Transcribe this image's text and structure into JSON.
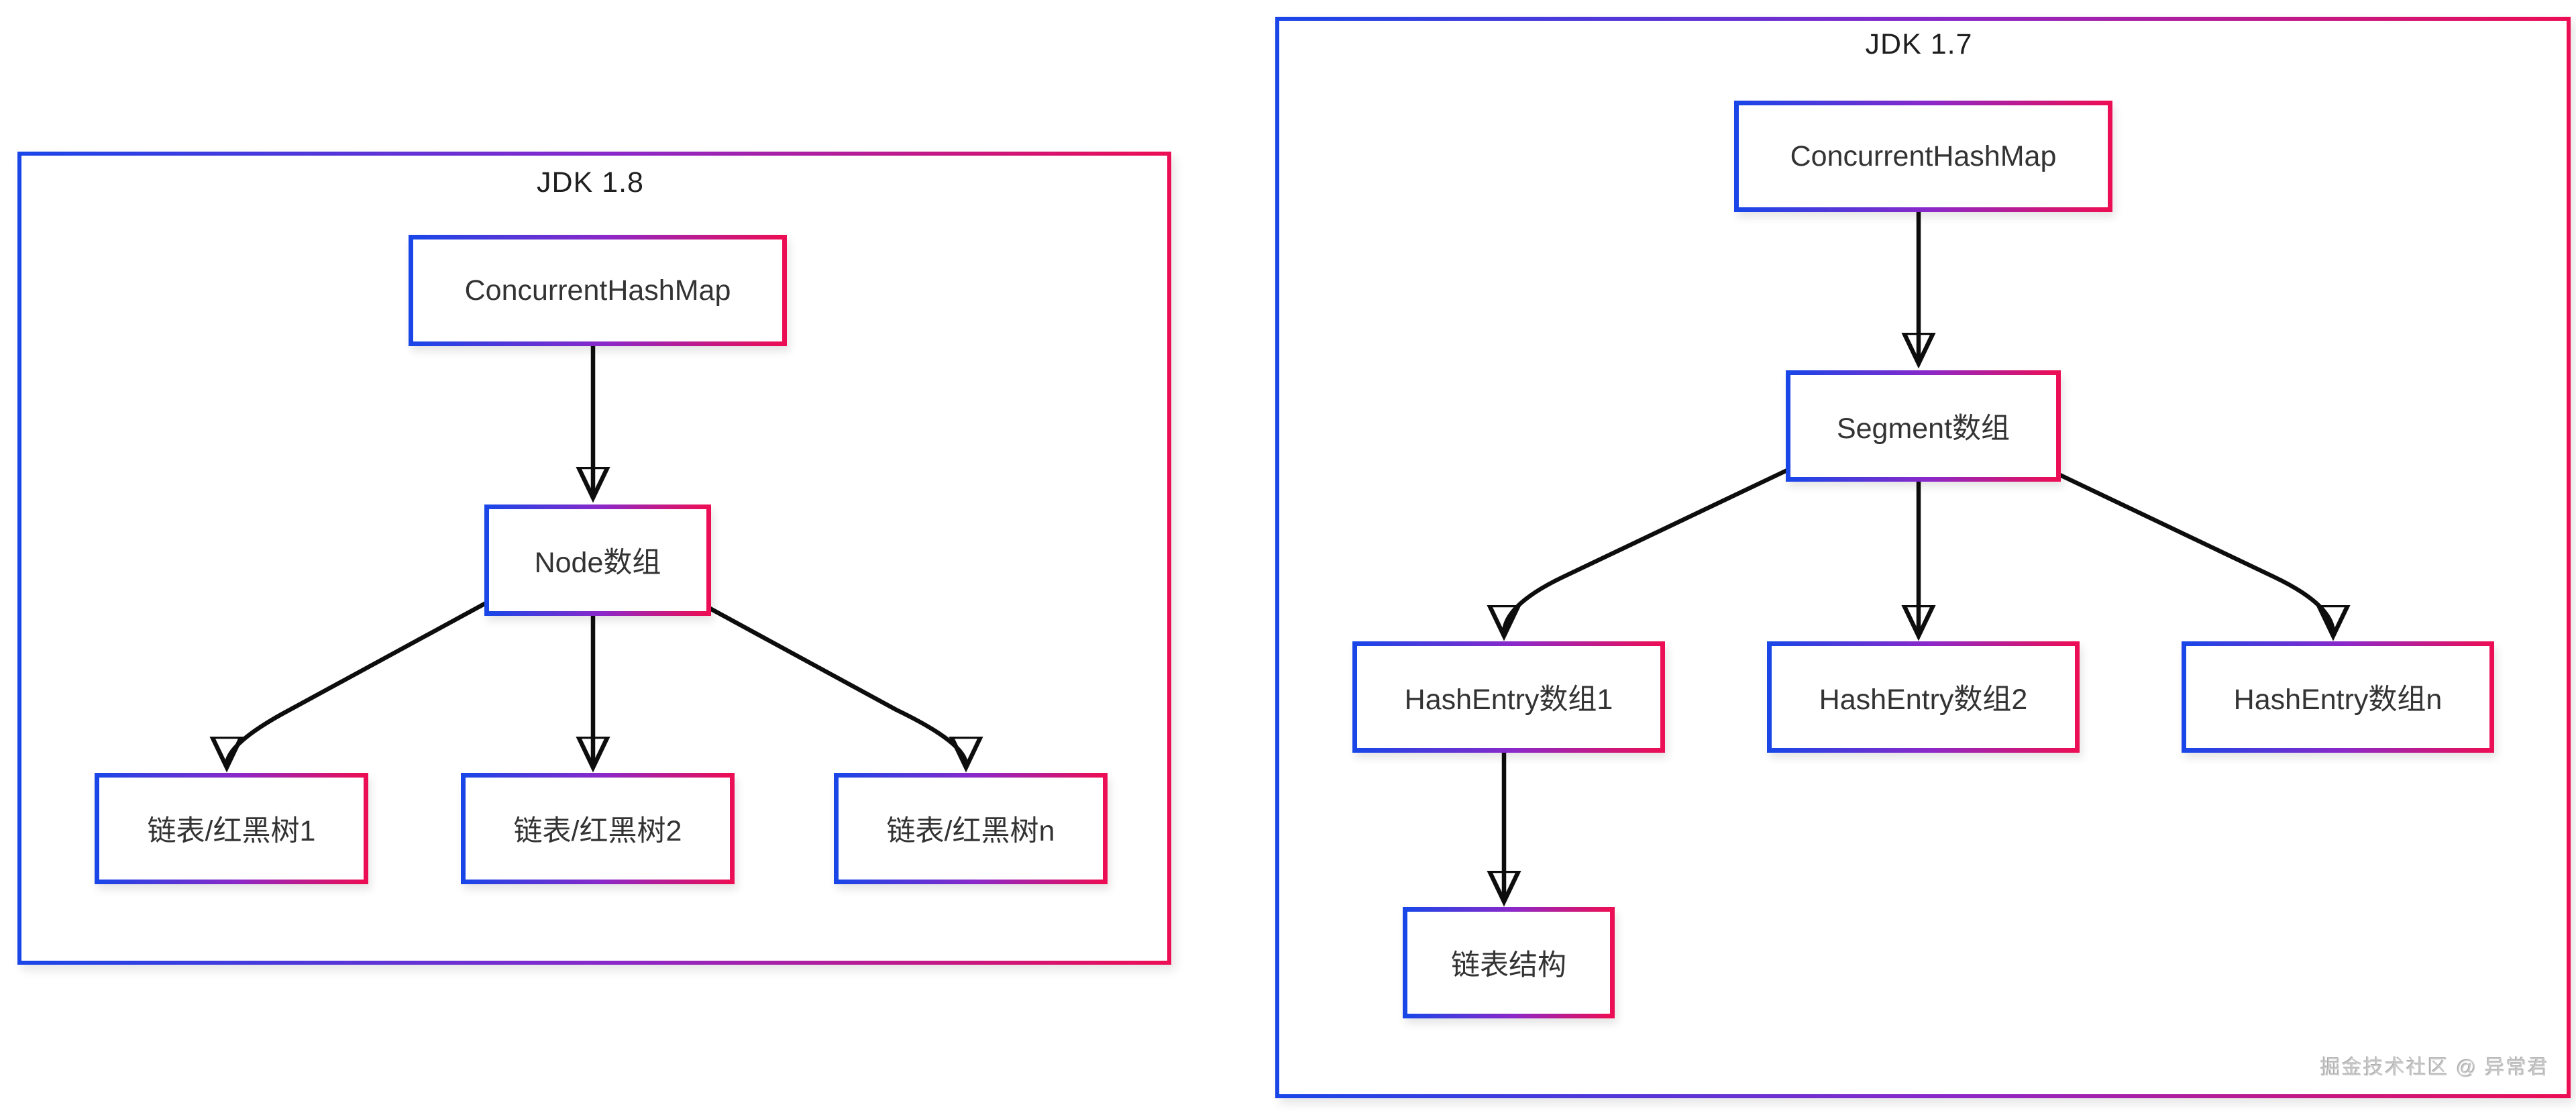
{
  "panels": [
    {
      "title": "JDK 1.8",
      "nodes": [
        {
          "id": "chm18",
          "label": "ConcurrentHashMap"
        },
        {
          "id": "node-array",
          "label": "Node数组"
        },
        {
          "id": "list-tree-1",
          "label": "链表/红黑树1"
        },
        {
          "id": "list-tree-2",
          "label": "链表/红黑树2"
        },
        {
          "id": "list-tree-n",
          "label": "链表/红黑树n"
        }
      ],
      "edges": [
        {
          "from": "chm18",
          "to": "node-array"
        },
        {
          "from": "node-array",
          "to": "list-tree-1"
        },
        {
          "from": "node-array",
          "to": "list-tree-2"
        },
        {
          "from": "node-array",
          "to": "list-tree-n"
        }
      ]
    },
    {
      "title": "JDK 1.7",
      "nodes": [
        {
          "id": "chm17",
          "label": "ConcurrentHashMap"
        },
        {
          "id": "segment-array",
          "label": "Segment数组"
        },
        {
          "id": "hashentry-1",
          "label": "HashEntry数组1"
        },
        {
          "id": "hashentry-2",
          "label": "HashEntry数组2"
        },
        {
          "id": "hashentry-n",
          "label": "HashEntry数组n"
        },
        {
          "id": "linked-list",
          "label": "链表结构"
        }
      ],
      "edges": [
        {
          "from": "chm17",
          "to": "segment-array"
        },
        {
          "from": "segment-array",
          "to": "hashentry-1"
        },
        {
          "from": "segment-array",
          "to": "hashentry-2"
        },
        {
          "from": "segment-array",
          "to": "hashentry-n"
        },
        {
          "from": "hashentry-1",
          "to": "linked-list"
        }
      ]
    }
  ],
  "watermark": "掘金技术社区 @ 异常君",
  "colors": {
    "border_gradient_start": "#1a46e8",
    "border_gradient_mid": "#8b28c9",
    "border_gradient_end": "#ec0e55",
    "arrow": "#0d0d0d",
    "label_text": "#333333",
    "panel_title_text": "#1f1f1f",
    "watermark_text": "#c9c9c9",
    "background": "#ffffff"
  }
}
